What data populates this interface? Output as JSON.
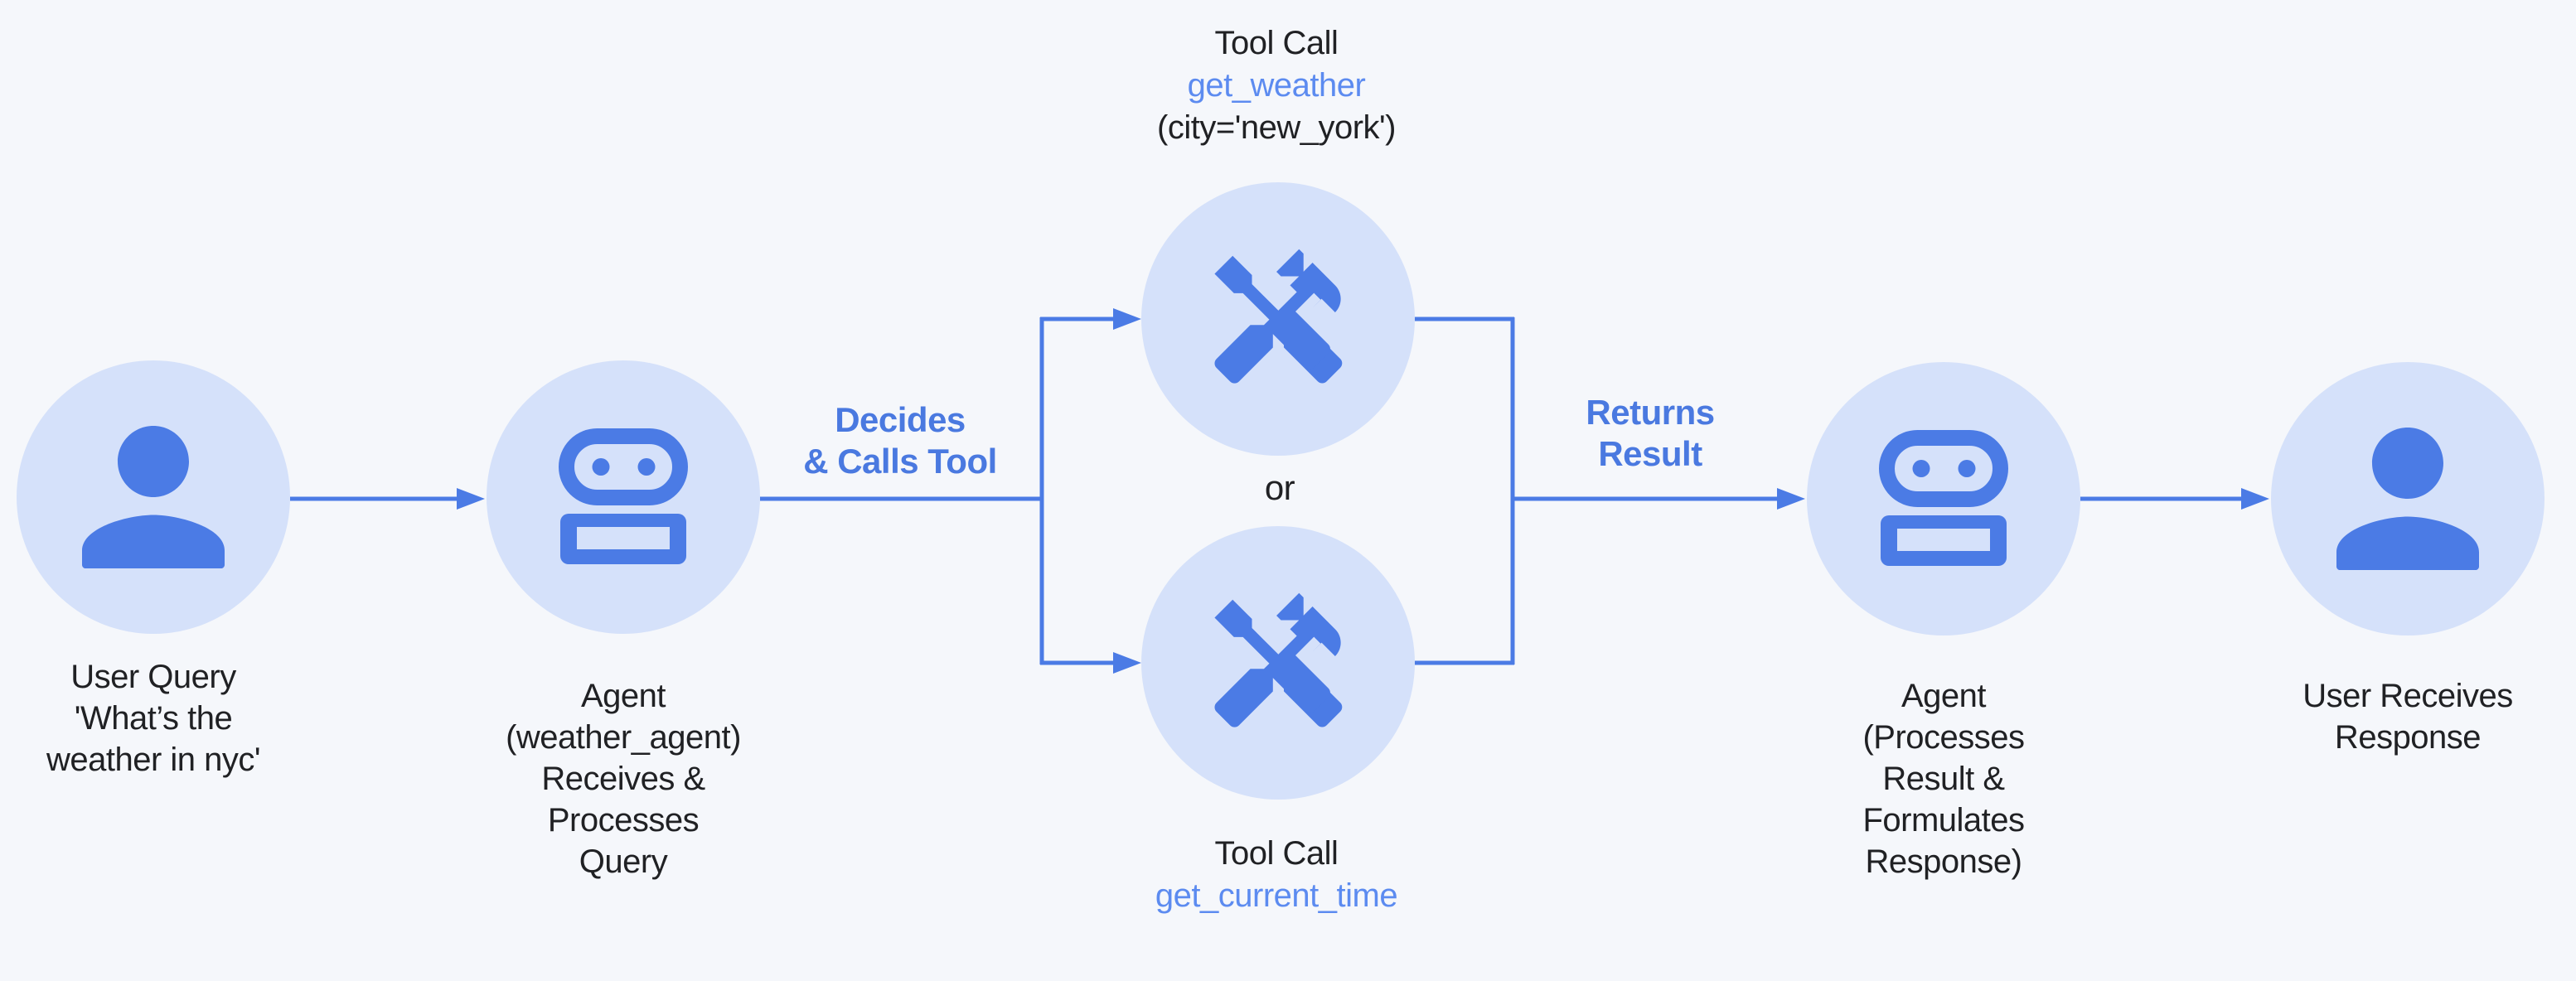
{
  "colors": {
    "background": "#F5F7FB",
    "circle_fill": "#D5E1FA",
    "accent_blue": "#4B7BE5",
    "edge_label_blue": "#4A79E0",
    "tool_name_blue": "#5C8BF0",
    "text_dark": "#202124"
  },
  "nodes": {
    "user_query": {
      "icon": "person-icon",
      "lines": [
        "User Query",
        "'What’s the",
        "weather in nyc'"
      ]
    },
    "agent_receive": {
      "icon": "robot-icon",
      "lines": [
        "Agent",
        "(weather_agent)",
        "Receives &",
        "Processes",
        "Query"
      ]
    },
    "tool_get_weather": {
      "icon": "tools-icon",
      "title": "Tool Call",
      "tool_name": "get_weather",
      "args": "(city='new_york')"
    },
    "tool_get_current_time": {
      "icon": "tools-icon",
      "title": "Tool Call",
      "tool_name": "get_current_time"
    },
    "agent_respond": {
      "icon": "robot-icon",
      "lines": [
        "Agent",
        "(Processes",
        "Result &",
        "Formulates",
        "Response)"
      ]
    },
    "user_response": {
      "icon": "person-icon",
      "lines": [
        "User Receives",
        "Response"
      ]
    }
  },
  "edge_labels": {
    "decides": [
      "Decides",
      "& Calls Tool"
    ],
    "returns": [
      "Returns",
      "Result"
    ],
    "or": "or"
  }
}
